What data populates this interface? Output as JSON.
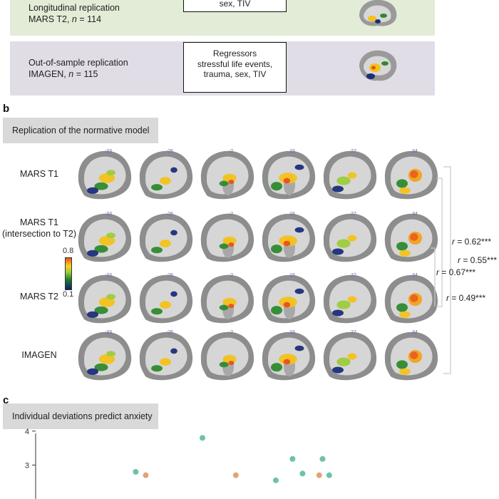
{
  "panel_a": {
    "rows": [
      {
        "title": "Longitudinal replication",
        "sample": "MARS T2, ",
        "n_label": "n",
        "n_value": " = 114",
        "box_lines": [
          "sex, TIV"
        ]
      },
      {
        "title": "Out-of-sample replication",
        "sample": "IMAGEN, ",
        "n_label": "n",
        "n_value": " = 115",
        "box_lines": [
          "Regressors",
          "stressful life events,",
          "trauma, sex, TIV"
        ]
      }
    ]
  },
  "panel_b": {
    "letter": "b",
    "header": "Replication of the normative model",
    "colorbar": {
      "max": "0.8",
      "min": "0.1"
    },
    "slice_labels": [
      "-33",
      "-26",
      "-2",
      "15",
      "27",
      "34"
    ],
    "rows": [
      {
        "label": "MARS T1"
      },
      {
        "label": "MARS T1\n(intersection to T2)"
      },
      {
        "label": "MARS T2"
      },
      {
        "label": "IMAGEN"
      }
    ],
    "correlations": [
      {
        "r": "r",
        "value": " = 0.62***"
      },
      {
        "r": "r",
        "value": " = 0.55***"
      },
      {
        "r": "r",
        "value": " = 0.67***"
      },
      {
        "r": "r",
        "value": " = 0.49***"
      }
    ]
  },
  "panel_c": {
    "letter": "c",
    "header": "Individual deviations predict anxiety",
    "chart_data": {
      "type": "scatter",
      "y_ticks": [
        "4",
        "3"
      ],
      "ylim": [
        2,
        4.1
      ],
      "series": [
        {
          "color": "#6fc2a6",
          "points": [
            [
              0.5,
              3.8
            ],
            [
              0.77,
              3.18
            ],
            [
              0.86,
              3.18
            ],
            [
              0.8,
              2.75
            ],
            [
              0.72,
              2.55
            ]
          ]
        },
        {
          "color": "#e0a478",
          "points": [
            [
              0.33,
              2.7
            ],
            [
              0.6,
              2.7
            ],
            [
              0.85,
              2.7
            ]
          ]
        }
      ],
      "series_misc": [
        {
          "color": "#6fc2a6",
          "points": [
            [
              0.3,
              2.8
            ],
            [
              0.88,
              2.7
            ]
          ]
        }
      ]
    }
  }
}
